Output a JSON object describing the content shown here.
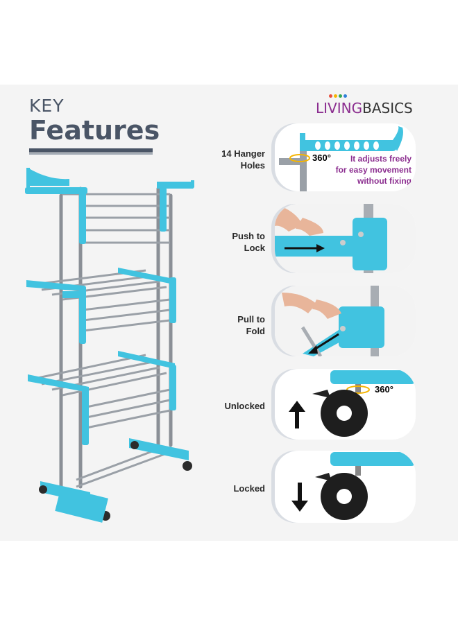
{
  "header": {
    "key": "KEY",
    "features": "Features"
  },
  "brand": {
    "living": "LIVING",
    "basics": "BASICS",
    "dot_colors": [
      "#e94e3c",
      "#f5b400",
      "#34a853",
      "#2d7fd8"
    ]
  },
  "features": [
    {
      "label_line1": "14 Hanger",
      "label_line2": "Holes"
    },
    {
      "label_line1": "Push to",
      "label_line2": "Lock"
    },
    {
      "label_line1": "Pull to",
      "label_line2": "Fold"
    },
    {
      "label_line1": "Unlocked",
      "label_line2": ""
    },
    {
      "label_line1": "Locked",
      "label_line2": ""
    }
  ],
  "hanger_note": {
    "line1": "It adjusts freely",
    "line2": "for easy movement",
    "line3": "without fixing"
  },
  "rotation": {
    "hanger": "360°",
    "wheel": "360°"
  },
  "colors": {
    "accent": "#41c3e0",
    "steel": "#8a8f96",
    "dark": "#2b2b2b",
    "brand_purple": "#8b2d8f"
  }
}
